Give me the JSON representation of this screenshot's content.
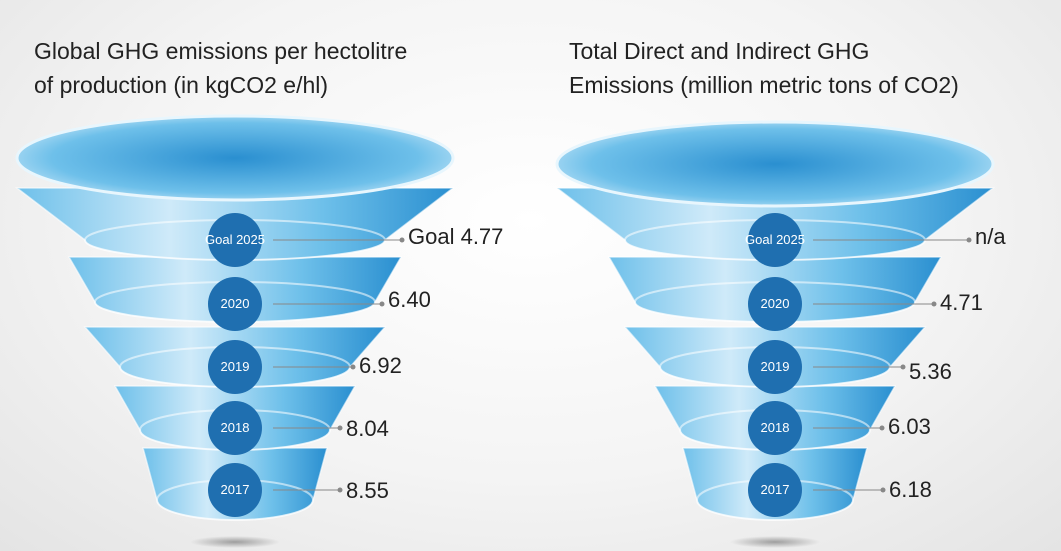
{
  "panels": [
    {
      "title_line1": "Global GHG emissions  per hectolitre",
      "title_line2": "of production (in kgCO2 e/hl)",
      "stages": [
        {
          "label": "Goal 2025",
          "value": "Goal 4.77"
        },
        {
          "label": "2020",
          "value": "6.40"
        },
        {
          "label": "2019",
          "value": "6.92"
        },
        {
          "label": "2018",
          "value": "8.04"
        },
        {
          "label": "2017",
          "value": "8.55"
        }
      ]
    },
    {
      "title_line1": "Total Direct and Indirect GHG",
      "title_line2": "Emissions (million metric tons of CO2)",
      "stages": [
        {
          "label": "Goal 2025",
          "value": "n/a"
        },
        {
          "label": "2020",
          "value": "4.71"
        },
        {
          "label": "2019",
          "value": "5.36"
        },
        {
          "label": "2018",
          "value": "6.03"
        },
        {
          "label": "2017",
          "value": "6.18"
        }
      ]
    }
  ],
  "colors": {
    "funnel_light": "#cfeaf9",
    "funnel_mid": "#6ec0ea",
    "funnel_dark": "#2a8fd0",
    "circle": "#1f6fb0",
    "connector": "#888888",
    "text": "#222222"
  }
}
